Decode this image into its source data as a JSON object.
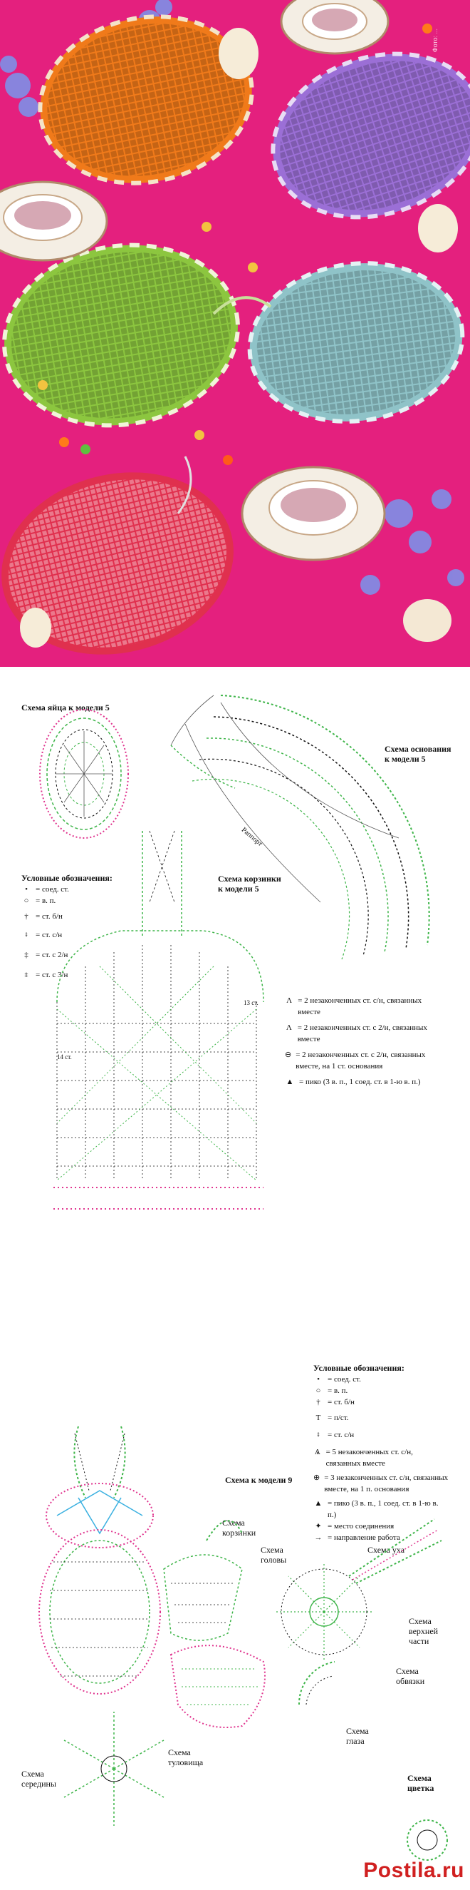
{
  "photo": {
    "caption_vertical": "Фото: ..."
  },
  "diagram1": {
    "title_egg": "Схема яйца к модели 5",
    "title_base": "Схема основания к модели 5",
    "title_basket": "Схема корзинки к модели 5",
    "rapport": "Раппорт",
    "legend_title": "Условные обозначения:",
    "legend_items": [
      "= соед. ст.",
      "= в. п.",
      "= ст. б/н",
      "= ст. с/н",
      "= ст. с 2/н",
      "= ст. с 3/н"
    ],
    "legend_right": [
      "= 2 незаконченных ст. с/н, связанных вместе",
      "= 2 незаконченных ст. с 2/н, связанных вместе",
      "= 2 незаконченных ст. с 2/н, связанных вместе, на 1 ст. основания",
      "= пико (3 в. п., 1 соед. ст. в 1-ю в. п.)"
    ],
    "mark_14": "14 ст.",
    "mark_13": "13 ст."
  },
  "diagram2": {
    "legend_title": "Условные обозначения:",
    "legend_items": [
      "= соед. ст.",
      "= в. п.",
      "= ст. б/н",
      "= п/ст.",
      "= ст. с/н",
      "= 5 незаконченных ст. с/н, связанных вместе",
      "= 3 незаконченных ст. с/н, связанных вместе, на 1 п. основания",
      "= пико (3 в. п., 1 соед. ст. в 1-ю в. п.)",
      "= место соединения",
      "= направление работа"
    ],
    "title_main": "Схема к модели 9",
    "labels": {
      "basket": "Схема корзинки",
      "head": "Схема головы",
      "ear": "Схема уха",
      "top": "Схема верхней части",
      "edge": "Схема обвязки",
      "eye": "Схема глаза",
      "body": "Схема туловища",
      "middle": "Схема середины",
      "flower": "Схема цветка"
    }
  },
  "watermark": "Postila.ru",
  "colors": {
    "tablecloth": "#e4207e",
    "orange": "#f07a1a",
    "purple": "#9b6fd6",
    "green": "#8cc63f",
    "blue": "#8fc3c8",
    "red": "#e0304e",
    "chart_green": "#3fb54a",
    "chart_pink": "#e0358f",
    "chart_blue": "#3ab0e0"
  }
}
